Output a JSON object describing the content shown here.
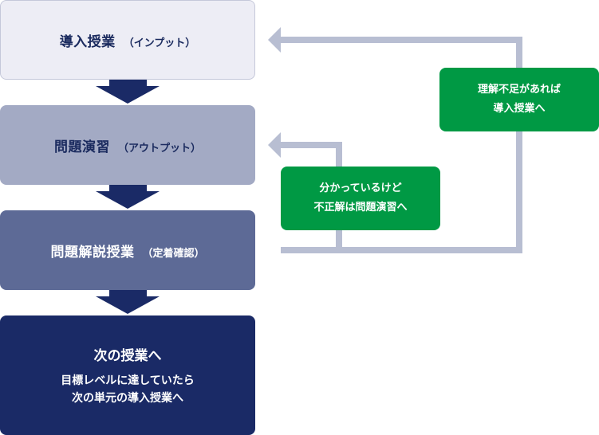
{
  "flow": {
    "steps": [
      {
        "main": "導入授業",
        "sub": "（インプット）"
      },
      {
        "main": "問題演習",
        "sub": "（アウトプット）"
      },
      {
        "main": "問題解説授業",
        "sub": "（定着確認）"
      }
    ],
    "final": {
      "title": "次の授業へ",
      "desc_line1": "目標レベルに達していたら",
      "desc_line2": "次の単元の導入授業へ"
    }
  },
  "feedback": {
    "to_input": {
      "line1": "理解不足があれば",
      "line2": "導入授業へ"
    },
    "to_practice": {
      "line1": "分かっているけど",
      "line2": "不正解は問題演習へ"
    }
  },
  "colors": {
    "step1_bg": "#ededf5",
    "step2_bg": "#a3aac4",
    "step3_bg": "#5d6a96",
    "step4_bg": "#1a2a66",
    "down_arrow": "#1a2a66",
    "feedback_line": "#b8bed2",
    "note_green": "#009944"
  }
}
